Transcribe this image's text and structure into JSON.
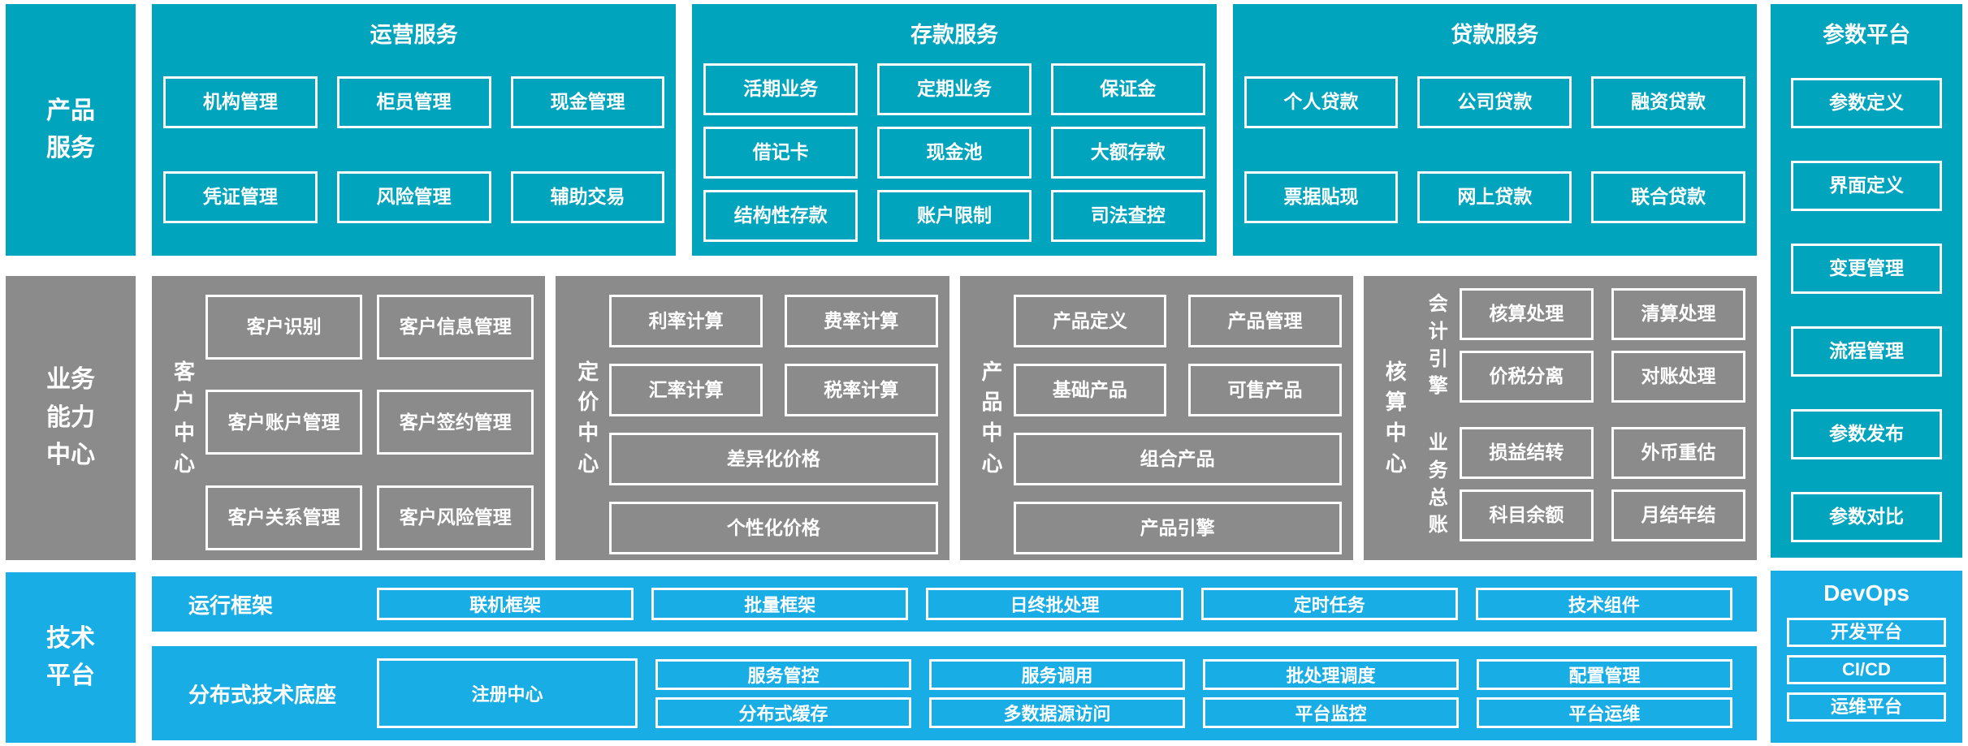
{
  "left_column": {
    "product_services": "产品服务",
    "business_capability": "业务能力中心",
    "tech_platform": "技术平台"
  },
  "operations": {
    "title": "运营服务",
    "boxes": [
      "机构管理",
      "柜员管理",
      "现金管理",
      "凭证管理",
      "风险管理",
      "辅助交易"
    ]
  },
  "deposits": {
    "title": "存款服务",
    "boxes": [
      "活期业务",
      "定期业务",
      "保证金",
      "借记卡",
      "现金池",
      "大额存款",
      "结构性存款",
      "账户限制",
      "司法查控"
    ]
  },
  "loans": {
    "title": "贷款服务",
    "boxes": [
      "个人贷款",
      "公司贷款",
      "融资贷款",
      "票据贴现",
      "网上贷款",
      "联合贷款"
    ]
  },
  "params_platform": {
    "title": "参数平台",
    "boxes": [
      "参数定义",
      "界面定义",
      "变更管理",
      "流程管理",
      "参数发布",
      "参数对比"
    ]
  },
  "customer_center": {
    "label": "客户中心",
    "boxes": [
      "客户识别",
      "客户信息管理",
      "客户账户管理",
      "客户签约管理",
      "客户关系管理",
      "客户风险管理"
    ]
  },
  "pricing_center": {
    "label": "定价中心",
    "boxes_small": [
      "利率计算",
      "费率计算",
      "汇率计算",
      "税率计算"
    ],
    "boxes_wide": [
      "差异化价格",
      "个性化价格"
    ]
  },
  "product_center": {
    "label": "产品中心",
    "boxes_small": [
      "产品定义",
      "产品管理",
      "基础产品",
      "可售产品"
    ],
    "boxes_wide": [
      "组合产品",
      "产品引擎"
    ]
  },
  "accounting_center": {
    "label": "核算中心",
    "groups": [
      {
        "label": "会计引擎",
        "boxes": [
          "核算处理",
          "清算处理",
          "价税分离",
          "对账处理"
        ]
      },
      {
        "label": "业务总账",
        "boxes": [
          "损益结转",
          "外币重估",
          "科目余额",
          "月结年结"
        ]
      }
    ]
  },
  "runtime_framework": {
    "label": "运行框架",
    "boxes": [
      "联机框架",
      "批量框架",
      "日终批处理",
      "定时任务",
      "技术组件"
    ]
  },
  "distributed_base": {
    "label": "分布式技术底座",
    "registry": "注册中心",
    "box_pairs": [
      [
        "服务管控",
        "分布式缓存"
      ],
      [
        "服务调用",
        "多数据源访问"
      ],
      [
        "批处理调度",
        "平台监控"
      ],
      [
        "配置管理",
        "平台运维"
      ]
    ]
  },
  "devops": {
    "title": "DevOps",
    "boxes": [
      "开发平台",
      "CI/CD",
      "运维平台"
    ]
  },
  "colors": {
    "teal": "#00A5BD",
    "gray": "#8B8B8B",
    "blue": "#19ADE5",
    "box_border": "#FFFFFF",
    "text": "#FFFFFF",
    "background": "#FFFFFF"
  }
}
